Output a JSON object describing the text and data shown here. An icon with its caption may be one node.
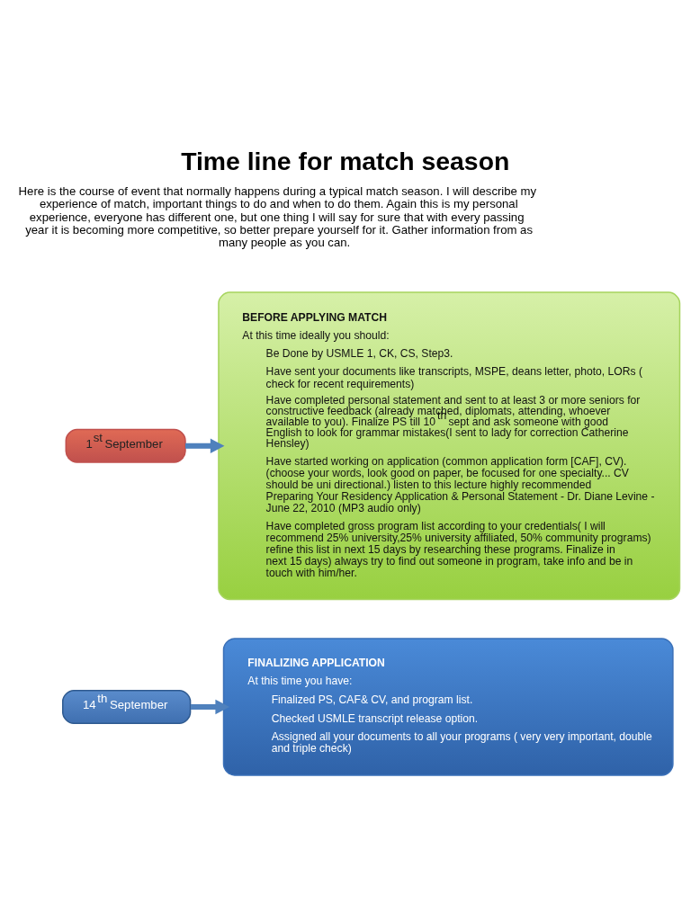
{
  "diagram": {
    "title": "Time line for match season",
    "nodes": [
      {
        "text": [
          "1$^{st}$ September"
        ]
      },
      {
        "text": [
          "BEFORE APPLYING MATCH",
          "At this time ideally you should:",
          "Be Done by USMLE 1, CK, CS, Step3.",
          "Have sent your documents like transcripts, MSPE, deans letter, photo, LORs ( check for recent requirements)",
          "Have completed personal statement and sent to at least 3 or more seniors for constructive feedback (already matched, diplomats, attending, whoever available to you). Finalize PS till 10$^{th}$ sept and ask someone with good English to look for grammar mistakes(I sent to lady for correction Catherine Hensley)",
          "Have started working on application (common application form [CAF], CV). (choose your words, look good on paper, be focused for one specialty... CV should be uni directional.) listen to this lecture highly recommended Preparing Your Residency Application & Personal Statement - Dr. Diane Levine - June 22, 2010 (MP3 audio only)",
          "Have completed gross program list according to your credentials( I will recommend 25% university,25% university affiliated, 50% community programs) refine this list in next 15 days by researching these programs. Finalize in next 15 days) always try to find out someone in program, take info and be in touch with him/her."
        ]
      },
      {
        "text": [
          "14$^{th}$ September"
        ]
      },
      {
        "text": [
          "FINALIZING APPLICATION",
          "At this time you have:",
          "Finalized PS, CAF& CV, and program list.",
          "Checked USMLE transcript release option.",
          "Assigned all your documents to all your programs ( very very important, double and triple check)"
        ]
      }
    ],
    "edges": [
      {
        "from": 0,
        "to": 1,
        "arrow": "to"
      },
      {
        "from": 2,
        "to": 3,
        "arrow": "to"
      }
    ],
    "labels": [
      "Here is the course of event that normally happens during a typical match season. I will describe my experience of match, important things to do and when to do them. Again this is my personal experience, everyone has different one, but one thing I will say for sure that with every passing year it is becoming more competitive, so better prepare yourself for it. Gather information from as many people as you can."
    ]
  }
}
